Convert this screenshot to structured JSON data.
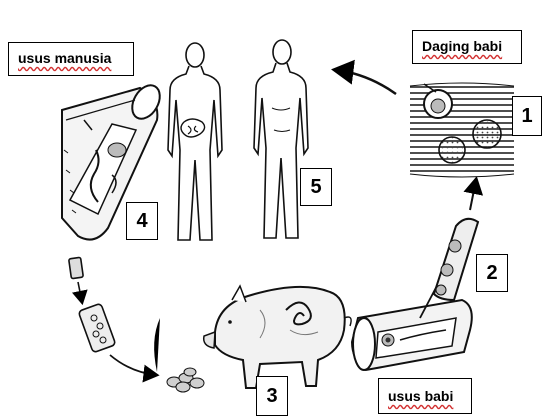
{
  "labels": {
    "human_intestine": "usus manusia",
    "pork": "Daging babi",
    "pig_intestine": "usus babi"
  },
  "steps": [
    "1",
    "2",
    "3",
    "4",
    "5"
  ],
  "colors": {
    "ink": "#000000",
    "spellcheck": "#d23030"
  }
}
